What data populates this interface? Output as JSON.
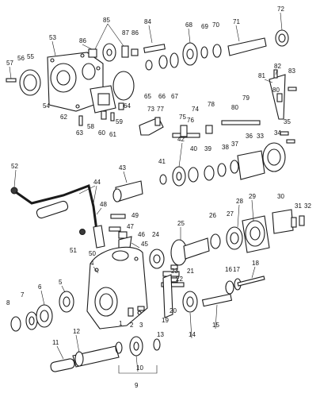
{
  "diagram": {
    "callouts": [
      {
        "id": "p1",
        "text": "1"
      },
      {
        "id": "p2",
        "text": "2"
      },
      {
        "id": "p3",
        "text": "3"
      },
      {
        "id": "p4",
        "text": "4"
      },
      {
        "id": "p5",
        "text": "5"
      },
      {
        "id": "p6",
        "text": "6"
      },
      {
        "id": "p7",
        "text": "7"
      },
      {
        "id": "p8",
        "text": "8"
      },
      {
        "id": "p9",
        "text": "9"
      },
      {
        "id": "p10",
        "text": "10"
      },
      {
        "id": "p11",
        "text": "11"
      },
      {
        "id": "p12",
        "text": "12"
      },
      {
        "id": "p13",
        "text": "13"
      },
      {
        "id": "p14",
        "text": "14"
      },
      {
        "id": "p15",
        "text": "15"
      },
      {
        "id": "p16",
        "text": "16"
      },
      {
        "id": "p17",
        "text": "17"
      },
      {
        "id": "p18",
        "text": "18"
      },
      {
        "id": "p19",
        "text": "19"
      },
      {
        "id": "p20",
        "text": "20"
      },
      {
        "id": "p21",
        "text": "21"
      },
      {
        "id": "p22",
        "text": "22"
      },
      {
        "id": "p23",
        "text": "23"
      },
      {
        "id": "p24",
        "text": "24"
      },
      {
        "id": "p25",
        "text": "25"
      },
      {
        "id": "p26",
        "text": "26"
      },
      {
        "id": "p27",
        "text": "27"
      },
      {
        "id": "p28",
        "text": "28"
      },
      {
        "id": "p29",
        "text": "29"
      },
      {
        "id": "p30",
        "text": "30"
      },
      {
        "id": "p31",
        "text": "31"
      },
      {
        "id": "p32",
        "text": "32"
      },
      {
        "id": "p33",
        "text": "33"
      },
      {
        "id": "p34",
        "text": "34"
      },
      {
        "id": "p35",
        "text": "35"
      },
      {
        "id": "p36",
        "text": "36"
      },
      {
        "id": "p37",
        "text": "37"
      },
      {
        "id": "p38",
        "text": "38"
      },
      {
        "id": "p39",
        "text": "39"
      },
      {
        "id": "p40",
        "text": "40"
      },
      {
        "id": "p41",
        "text": "41"
      },
      {
        "id": "p42",
        "text": "42"
      },
      {
        "id": "p43",
        "text": "43"
      },
      {
        "id": "p44",
        "text": "44"
      },
      {
        "id": "p45",
        "text": "45"
      },
      {
        "id": "p46",
        "text": "46"
      },
      {
        "id": "p47",
        "text": "47"
      },
      {
        "id": "p48",
        "text": "48"
      },
      {
        "id": "p49",
        "text": "49"
      },
      {
        "id": "p50",
        "text": "50"
      },
      {
        "id": "p51",
        "text": "51"
      },
      {
        "id": "p52",
        "text": "52"
      },
      {
        "id": "p53",
        "text": "53"
      },
      {
        "id": "p54",
        "text": "54"
      },
      {
        "id": "p55",
        "text": "55"
      },
      {
        "id": "p56",
        "text": "56"
      },
      {
        "id": "p57",
        "text": "57"
      },
      {
        "id": "p58",
        "text": "58"
      },
      {
        "id": "p59",
        "text": "59"
      },
      {
        "id": "p60",
        "text": "60"
      },
      {
        "id": "p61",
        "text": "61"
      },
      {
        "id": "p62",
        "text": "62"
      },
      {
        "id": "p63",
        "text": "63"
      },
      {
        "id": "p64",
        "text": "64"
      },
      {
        "id": "p65",
        "text": "65"
      },
      {
        "id": "p66",
        "text": "66"
      },
      {
        "id": "p67",
        "text": "67"
      },
      {
        "id": "p68",
        "text": "68"
      },
      {
        "id": "p69",
        "text": "69"
      },
      {
        "id": "p70",
        "text": "70"
      },
      {
        "id": "p71",
        "text": "71"
      },
      {
        "id": "p72",
        "text": "72"
      },
      {
        "id": "p73",
        "text": "73"
      },
      {
        "id": "p74",
        "text": "74"
      },
      {
        "id": "p75",
        "text": "75"
      },
      {
        "id": "p76",
        "text": "76"
      },
      {
        "id": "p77",
        "text": "77"
      },
      {
        "id": "p78",
        "text": "78"
      },
      {
        "id": "p79",
        "text": "79"
      },
      {
        "id": "p80",
        "text": "80"
      },
      {
        "id": "p81",
        "text": "81"
      },
      {
        "id": "p82",
        "text": "82"
      },
      {
        "id": "p83",
        "text": "83"
      },
      {
        "id": "p84",
        "text": "84"
      },
      {
        "id": "p85",
        "text": "85"
      },
      {
        "id": "p86",
        "text": "86"
      },
      {
        "id": "p86b",
        "text": "86"
      },
      {
        "id": "p87",
        "text": "87"
      }
    ]
  }
}
